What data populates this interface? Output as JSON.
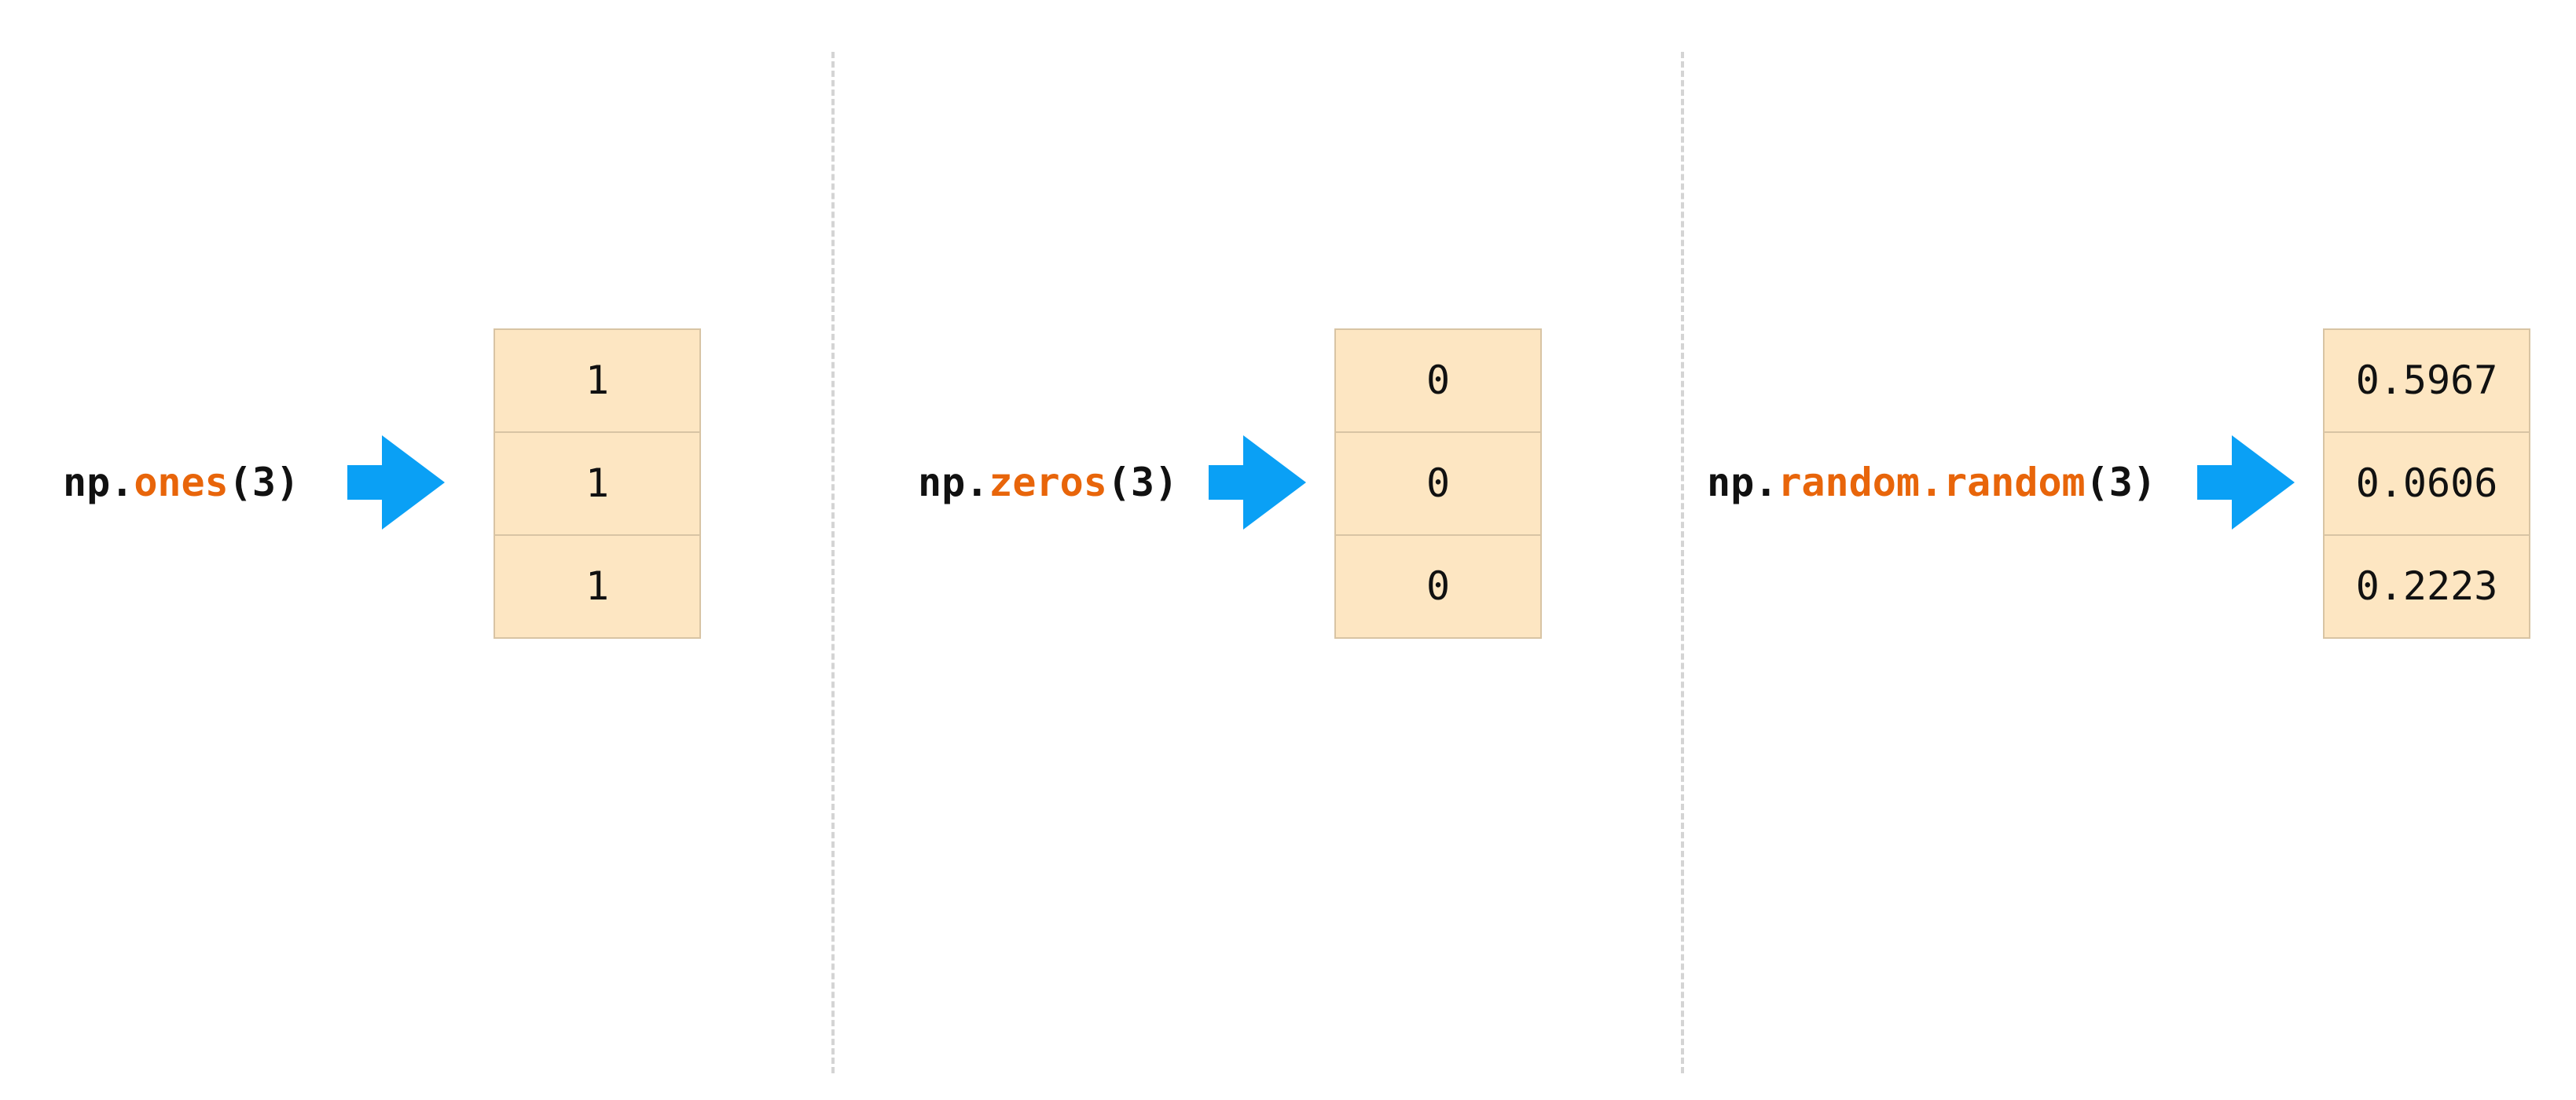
{
  "panels": [
    {
      "code_prefix": "np.",
      "code_fn": "ones",
      "code_args": "(3)",
      "cells": [
        "1",
        "1",
        "1"
      ]
    },
    {
      "code_prefix": "np.",
      "code_fn": "zeros",
      "code_args": "(3)",
      "cells": [
        "0",
        "0",
        "0"
      ]
    },
    {
      "code_prefix": "np.",
      "code_fn": "random.random",
      "code_args": "(3)",
      "cells": [
        "0.5967",
        "0.0606",
        "0.2223"
      ]
    }
  ],
  "colors": {
    "function_name": "#e8650a",
    "arrow": "#0aa0f5",
    "cell_fill": "#fde6c2",
    "cell_border": "#d8c4a4",
    "divider": "#d4d4d4"
  },
  "icons": {
    "arrow": "right-arrow-icon"
  }
}
